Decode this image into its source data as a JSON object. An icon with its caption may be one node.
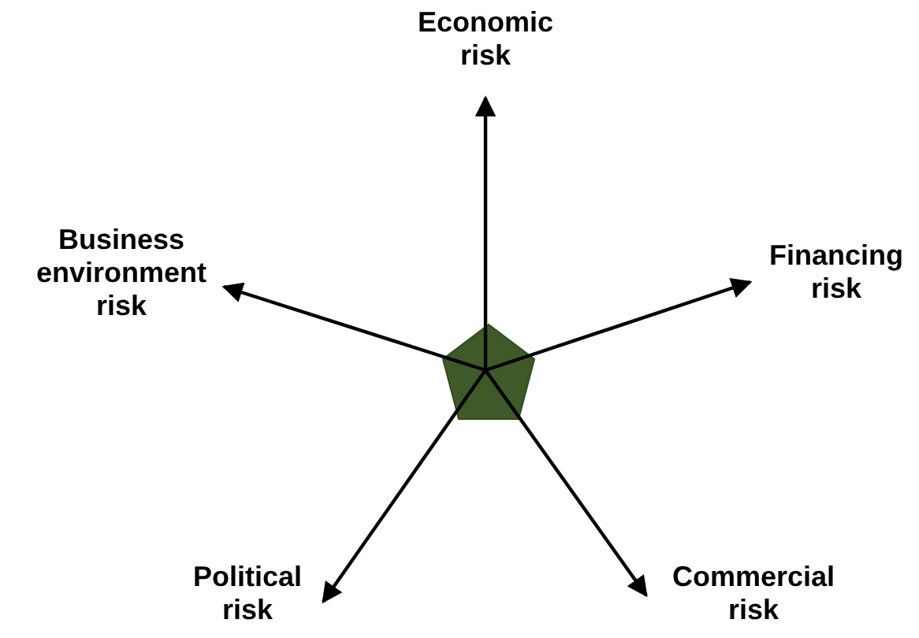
{
  "diagram": {
    "nodes": [
      {
        "text": [],
        "shape": "pentagon"
      },
      {
        "text": [
          "Economic risk"
        ]
      },
      {
        "text": [
          "Financing risk"
        ]
      },
      {
        "text": [
          "Commercial risk"
        ]
      },
      {
        "text": [
          "Political risk"
        ]
      },
      {
        "text": [
          "Business environment risk"
        ]
      }
    ],
    "edges": [
      {
        "from": 0,
        "to": 1,
        "arrow": "to"
      },
      {
        "from": 0,
        "to": 2,
        "arrow": "to"
      },
      {
        "from": 0,
        "to": 3,
        "arrow": "to"
      },
      {
        "from": 0,
        "to": 4,
        "arrow": "to"
      },
      {
        "from": 0,
        "to": 5,
        "arrow": "to"
      }
    ]
  }
}
